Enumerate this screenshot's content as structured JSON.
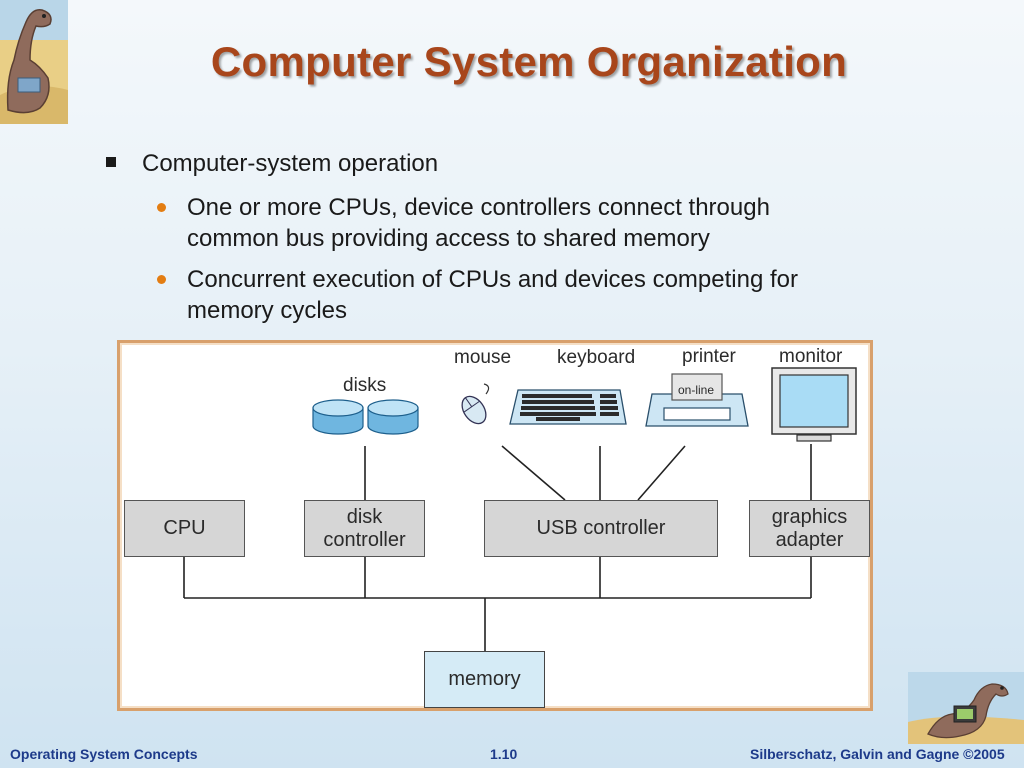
{
  "title": "Computer System Organization",
  "bullets": {
    "level1": "Computer-system operation",
    "level2": [
      {
        "line1": "One or more CPUs, device controllers connect through",
        "line2": "common bus providing access to shared memory"
      },
      {
        "line1": "Concurrent execution of CPUs and devices competing for",
        "line2": "memory cycles"
      }
    ]
  },
  "diagram": {
    "devices": {
      "disks": "disks",
      "mouse": "mouse",
      "keyboard": "keyboard",
      "printer": "printer",
      "printer_panel": "on-line",
      "monitor": "monitor"
    },
    "boxes": {
      "cpu": "CPU",
      "disk_controller": "disk\ncontroller",
      "usb_controller": "USB controller",
      "graphics_adapter": "graphics\nadapter",
      "memory": "memory"
    }
  },
  "footer": {
    "left": "Operating System Concepts",
    "center": "1.10",
    "right": "Silberschatz, Galvin and Gagne ©2005"
  },
  "colors": {
    "title": "#a8461b",
    "bullet_dot": "#e37d12",
    "footer_text": "#1d3a8a",
    "frame_border": "#d8a06c"
  }
}
